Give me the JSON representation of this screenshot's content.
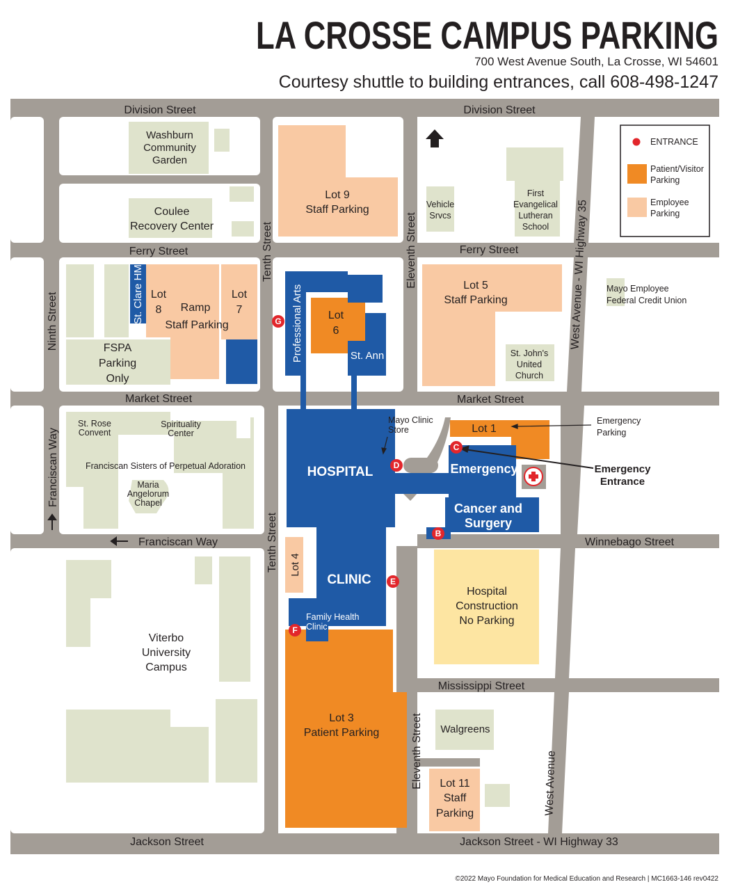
{
  "header": {
    "title": "LA CROSSE CAMPUS PARKING",
    "address": "700 West Avenue South, La Crosse, WI 54601",
    "shuttle": "Courtesy shuttle to building entrances, call 608-498-1247"
  },
  "legend": {
    "entrance": "ENTRANCE",
    "patient_visitor": [
      "Patient/Visitor",
      "Parking"
    ],
    "employee": [
      "Employee",
      "Parking"
    ]
  },
  "colors": {
    "road": "#a39d96",
    "building": "#1f5aa6",
    "patient_visitor_parking": "#f08a24",
    "employee_parking": "#f9c9a3",
    "other_building": "#dfe3cc",
    "construction": "#fde5a2",
    "entrance": "#e2262b"
  },
  "streets": {
    "division": "Division  Street",
    "ferry": "Ferry Street",
    "market": "Market Street",
    "franciscan_way": "Franciscan Way",
    "winnebago": "Winnebago Street",
    "mississippi": "Mississippi Street",
    "jackson": "Jackson Street",
    "jackson_hwy": "Jackson Street - WI Highway 33",
    "ninth": "Ninth Street",
    "tenth": "Tenth Street",
    "eleventh": "Eleventh Street",
    "west_ave_hwy": "West Avenue - WI Highway 35",
    "west_ave": "West Avenue"
  },
  "places": {
    "washburn": [
      "Washburn",
      "Community",
      "Garden"
    ],
    "coulee": [
      "Coulee",
      "Recovery Center"
    ],
    "lot9": [
      "Lot 9",
      "Staff Parking"
    ],
    "vehicle": [
      "Vehicle",
      "Srvcs"
    ],
    "first_evangelical": [
      "First",
      "Evangelical",
      "Lutheran",
      "School"
    ],
    "st_clare": "St. Clare HM",
    "lot8": [
      "Lot",
      "8"
    ],
    "ramp": [
      "Ramp",
      "Staff Parking"
    ],
    "lot7": [
      "Lot",
      "7"
    ],
    "fspa": [
      "FSPA",
      "Parking",
      "Only"
    ],
    "professional_arts": "Professional Arts",
    "lot6": [
      "Lot",
      "6"
    ],
    "st_ann": "St. Ann",
    "lot5": [
      "Lot 5",
      "Staff Parking"
    ],
    "st_johns": [
      "St. John's",
      "United",
      "Church"
    ],
    "credit_union": [
      "Mayo Employee",
      "Federal Credit Union"
    ],
    "st_rose": [
      "St. Rose",
      "Convent"
    ],
    "spirituality": [
      "Spirituality",
      "Center"
    ],
    "franciscan_sisters": "Franciscan Sisters of Perpetual Adoration",
    "chapel": [
      "Maria",
      "Angelorum",
      "Chapel"
    ],
    "mayo_store": [
      "Mayo Clinic",
      "Store"
    ],
    "hospital": "HOSPITAL",
    "lot1": "Lot 1",
    "emergency_parking": [
      "Emergency",
      "Parking"
    ],
    "emergency": "Emergency",
    "emergency_entrance": [
      "Emergency",
      "Entrance"
    ],
    "cancer_surgery": [
      "Cancer and",
      "Surgery"
    ],
    "lot4": "Lot 4",
    "clinic": "CLINIC",
    "family_health": [
      "Family Health",
      "Clinic"
    ],
    "construction": [
      "Hospital",
      "Construction",
      "No Parking"
    ],
    "viterbo": [
      "Viterbo",
      "University",
      "Campus"
    ],
    "lot3": [
      "Lot 3",
      "Patient Parking"
    ],
    "walgreens": "Walgreens",
    "lot11": [
      "Lot 11",
      "Staff",
      "Parking"
    ]
  },
  "entrances": {
    "b": "B",
    "c": "C",
    "d": "D",
    "e": "E",
    "f": "F",
    "g": "G"
  },
  "north": "N",
  "footer": "©2022 Mayo Foundation for Medical Education and Research  |  MC1663-146 rev0422"
}
